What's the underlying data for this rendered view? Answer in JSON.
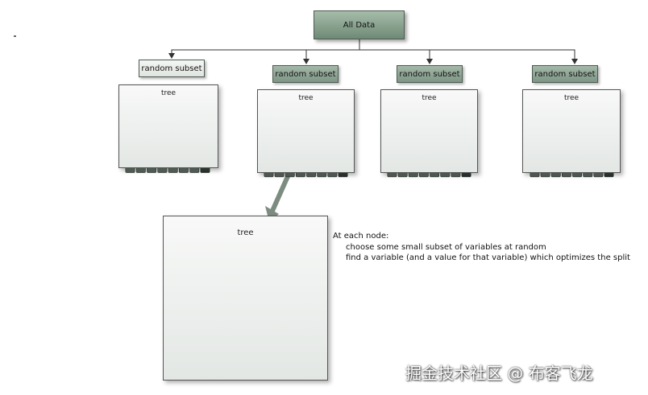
{
  "root": {
    "label": "All Data"
  },
  "subsets": [
    {
      "label": "random subset",
      "tree_label": "tree",
      "style": "light"
    },
    {
      "label": "random subset",
      "tree_label": "tree",
      "style": "dark"
    },
    {
      "label": "random subset",
      "tree_label": "tree",
      "style": "dark"
    },
    {
      "label": "random subset",
      "tree_label": "tree",
      "style": "dark"
    }
  ],
  "zoom": {
    "tree_label": "tree"
  },
  "annotation": {
    "heading": "At each node:",
    "steps": [
      "choose some small subset of variables at random",
      "find a variable (and a value for that variable) which optimizes the split"
    ]
  },
  "watermark": "掘金技术社区 @ 布客飞龙",
  "colors": {
    "box_fill_dark": "#8aa292",
    "node_fill": "#a9bcae",
    "node_highlight": "#f2f6f2",
    "leaf_fill": "#5f6f63",
    "leaf_dark": "#2f3832"
  }
}
